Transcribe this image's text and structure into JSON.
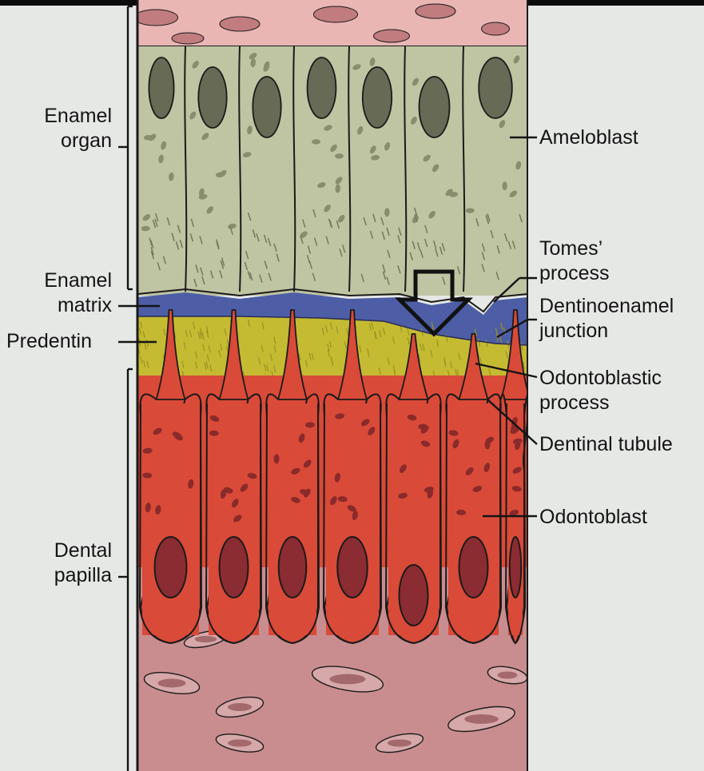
{
  "labels": {
    "enamel_organ": [
      "Enamel",
      "organ"
    ],
    "enamel_matrix": [
      "Enamel",
      "matrix"
    ],
    "predentin": "Predentin",
    "dental_papilla": [
      "Dental",
      "papilla"
    ],
    "ameloblast": "Ameloblast",
    "tomes_process": [
      "Tomes’",
      "process"
    ],
    "dentinoenamel_junction": [
      "Dentinoenamel",
      "junction"
    ],
    "odontoblastic_process": [
      "Odontoblastic",
      "process"
    ],
    "dentinal_tubule": "Dentinal tubule",
    "odontoblast": "Odontoblast"
  },
  "colors": {
    "background": "#e6e8e6",
    "epithelium_top": "#e9b6b4",
    "ameloblast": "#bfc4a2",
    "enamel_matrix": "#4d5ea6",
    "predentin": "#c4bb32",
    "odontoblast": "#d94a38",
    "papilla": "#c98d8f",
    "nucleus_green": "#676a55",
    "nucleus_red": "#8a2c32",
    "outline": "#1c1a1a"
  }
}
